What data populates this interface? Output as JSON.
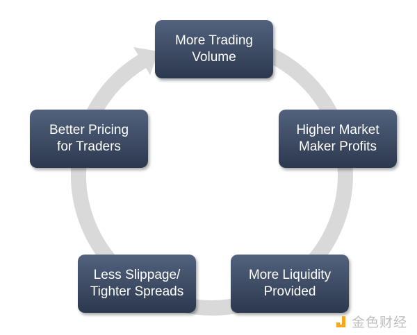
{
  "nodes": [
    {
      "id": "volume",
      "lines": [
        "More Trading",
        "Volume"
      ]
    },
    {
      "id": "profits",
      "lines": [
        "Higher Market",
        "Maker Profits"
      ]
    },
    {
      "id": "liquidity",
      "lines": [
        "More Liquidity",
        "Provided"
      ]
    },
    {
      "id": "slippage",
      "lines": [
        "Less Slippage/",
        "Tighter Spreads"
      ]
    },
    {
      "id": "pricing",
      "lines": [
        "Better Pricing",
        "for Traders"
      ]
    }
  ],
  "colors": {
    "box": "#3d4b63",
    "ring": "#d9d9d9",
    "watermark_accent": "#f5a623"
  },
  "watermark": {
    "text": "金色财经"
  }
}
